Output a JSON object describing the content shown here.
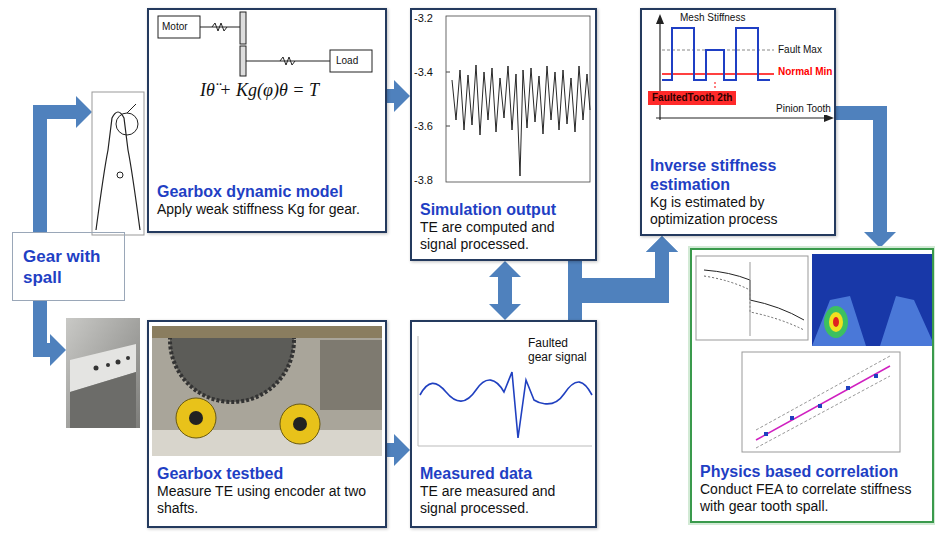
{
  "diagram": {
    "nodes": [
      {
        "text": [
          "Gear with spall"
        ]
      },
      {
        "text": [
          "Gearbox dynamic model",
          "Apply weak stiffness Kg for gear."
        ]
      },
      {
        "text": [
          "Simulation output",
          "TE are computed and signal processed."
        ]
      },
      {
        "text": [
          "Inverse stiffness estimation",
          "Kg is estimated by optimization process"
        ]
      },
      {
        "text": [
          "Gearbox testbed",
          "Measure TE using encoder at two shafts."
        ]
      },
      {
        "text": [
          "Measured data",
          "TE are measured and signal processed."
        ]
      },
      {
        "text": [
          "Physics based correlation",
          "Conduct FEA to correlate stiffness with gear tooth spall."
        ]
      }
    ],
    "edges": [
      {
        "from": 1,
        "to": 2,
        "arrow": "to"
      },
      {
        "from": 2,
        "to": 5,
        "arrow": "both"
      },
      {
        "from": 4,
        "to": 5,
        "arrow": "to"
      },
      {
        "from": 2,
        "to": 3,
        "arrow": "to"
      },
      {
        "from": 5,
        "to": 3,
        "arrow": "to"
      },
      {
        "from": 3,
        "to": 6,
        "arrow": "to"
      }
    ],
    "labels": [
      "Motor",
      "Load",
      "Iθ̈ + Kg(φ)θ = T",
      "-3.2",
      "-3.4",
      "-3.6",
      "-3.8",
      "Mesh Stiffness",
      "Fault Max",
      "Normal Min",
      "FaultedTooth 2th",
      "Pinion Tooth",
      "Faulted gear signal"
    ]
  }
}
